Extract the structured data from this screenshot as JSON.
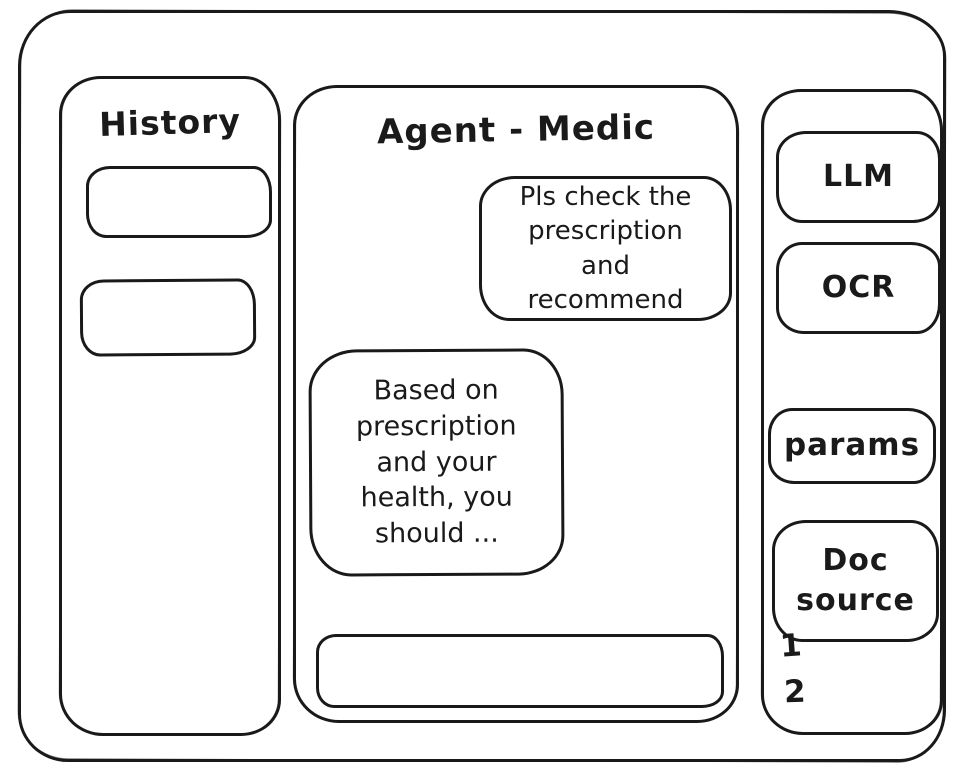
{
  "meta": {
    "ink_color": "#1a1a1a",
    "background_color": "#ffffff"
  },
  "history_panel": {
    "title": "History",
    "items": [
      {
        "label": ""
      },
      {
        "label": ""
      }
    ]
  },
  "chat_panel": {
    "title": "Agent - Medic",
    "messages": [
      {
        "role": "user",
        "text": "Pls check the prescription and recommend"
      },
      {
        "role": "agent",
        "text": "Based on prescription and your health, you should ..."
      }
    ],
    "input": {
      "value": "",
      "placeholder": ""
    }
  },
  "tools_panel": {
    "buttons": [
      {
        "label": "LLM"
      },
      {
        "label": "OCR"
      },
      {
        "label": "params"
      },
      {
        "label": "Doc source"
      }
    ],
    "doc_source_items": [
      "1",
      "2"
    ]
  }
}
